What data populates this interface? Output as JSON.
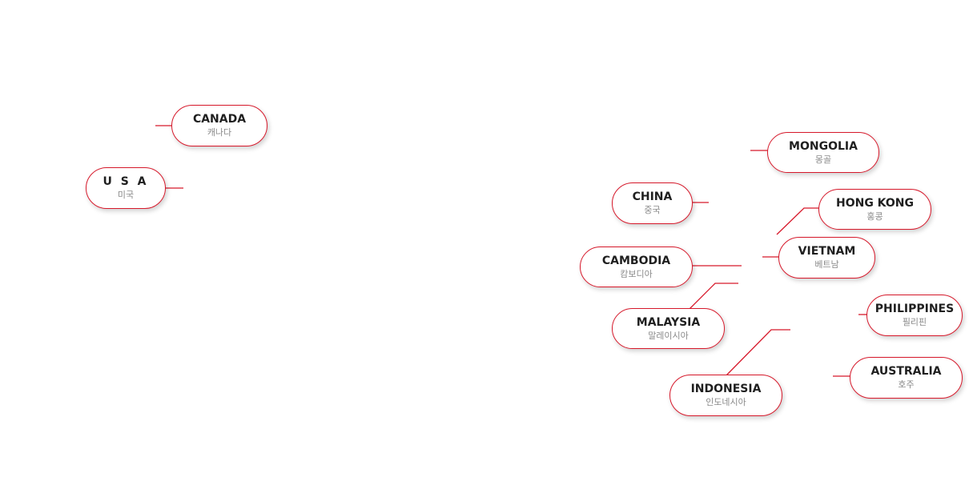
{
  "accent_color": "#d7192b",
  "countries": {
    "canada": {
      "en": "CANADA",
      "ko": "캐나다"
    },
    "usa": {
      "en": "U S A",
      "ko": "미국"
    },
    "mongolia": {
      "en": "MONGOLIA",
      "ko": "몽골"
    },
    "china": {
      "en": "CHINA",
      "ko": "중국"
    },
    "hong_kong": {
      "en": "HONG KONG",
      "ko": "홍콩"
    },
    "cambodia": {
      "en": "CAMBODIA",
      "ko": "캄보디아"
    },
    "vietnam": {
      "en": "VIETNAM",
      "ko": "베트남"
    },
    "malaysia": {
      "en": "MALAYSIA",
      "ko": "말레이시아"
    },
    "philippines": {
      "en": "PHILIPPINES",
      "ko": "필리핀"
    },
    "indonesia": {
      "en": "INDONESIA",
      "ko": "인도네시아"
    },
    "australia": {
      "en": "AUSTRALIA",
      "ko": "호주"
    }
  }
}
